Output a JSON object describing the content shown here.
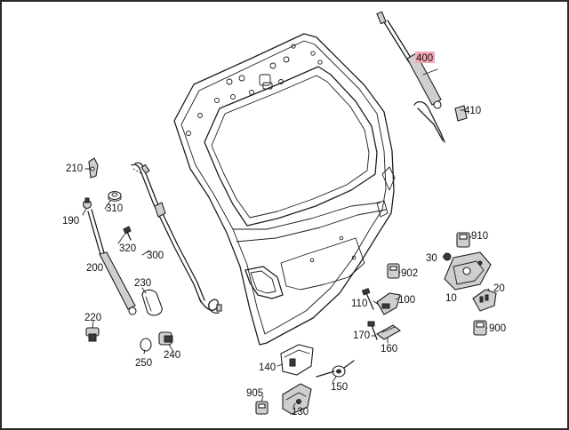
{
  "colors": {
    "highlight": "#f4a9b5",
    "line": "#1e1e1e",
    "background": "#ffffff"
  },
  "labels": [
    {
      "id": "p400",
      "text": "400",
      "highlighted": true
    },
    {
      "id": "p410",
      "text": "410"
    },
    {
      "id": "p210",
      "text": "210"
    },
    {
      "id": "p310",
      "text": "310"
    },
    {
      "id": "p190",
      "text": "190"
    },
    {
      "id": "p320",
      "text": "320"
    },
    {
      "id": "p200",
      "text": "200"
    },
    {
      "id": "p300",
      "text": "300"
    },
    {
      "id": "p230",
      "text": "230"
    },
    {
      "id": "p220",
      "text": "220"
    },
    {
      "id": "p250",
      "text": "250"
    },
    {
      "id": "p240",
      "text": "240"
    },
    {
      "id": "p910",
      "text": "910"
    },
    {
      "id": "p30",
      "text": "30"
    },
    {
      "id": "p902",
      "text": "902"
    },
    {
      "id": "p110",
      "text": "110"
    },
    {
      "id": "p100",
      "text": "100"
    },
    {
      "id": "p10",
      "text": "10"
    },
    {
      "id": "p20",
      "text": "20"
    },
    {
      "id": "p900",
      "text": "900"
    },
    {
      "id": "p170",
      "text": "170"
    },
    {
      "id": "p160",
      "text": "160"
    },
    {
      "id": "p140",
      "text": "140"
    },
    {
      "id": "p150",
      "text": "150"
    },
    {
      "id": "p905",
      "text": "905"
    },
    {
      "id": "p130",
      "text": "130"
    }
  ]
}
